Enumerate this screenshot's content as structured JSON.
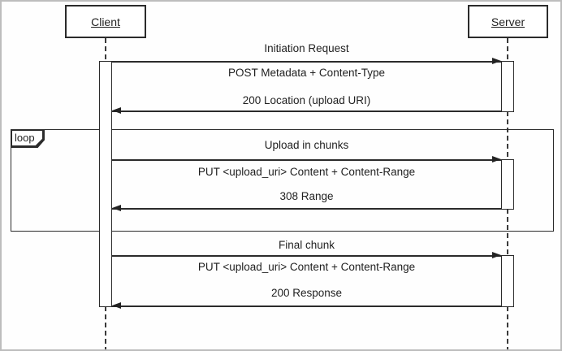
{
  "colors": {
    "line": "#2b2b2b",
    "text": "#1f1f1f",
    "background": "#fefefe",
    "frame_border": "#bdbdbd"
  },
  "diagram": {
    "type": "sequence",
    "actors": [
      {
        "name": "Client"
      },
      {
        "name": "Server"
      }
    ],
    "loop_fragment": {
      "label": "loop"
    },
    "sections": [
      {
        "title": "Initiation Request",
        "request": "POST Metadata + Content-Type",
        "response": "200 Location (upload URI)",
        "in_loop": false
      },
      {
        "title": "Upload in chunks",
        "request": "PUT <upload_uri> Content + Content-Range",
        "response": "308 Range",
        "in_loop": true
      },
      {
        "title": "Final chunk",
        "request": "PUT <upload_uri> Content + Content-Range",
        "response": "200 Response",
        "in_loop": false
      }
    ]
  }
}
